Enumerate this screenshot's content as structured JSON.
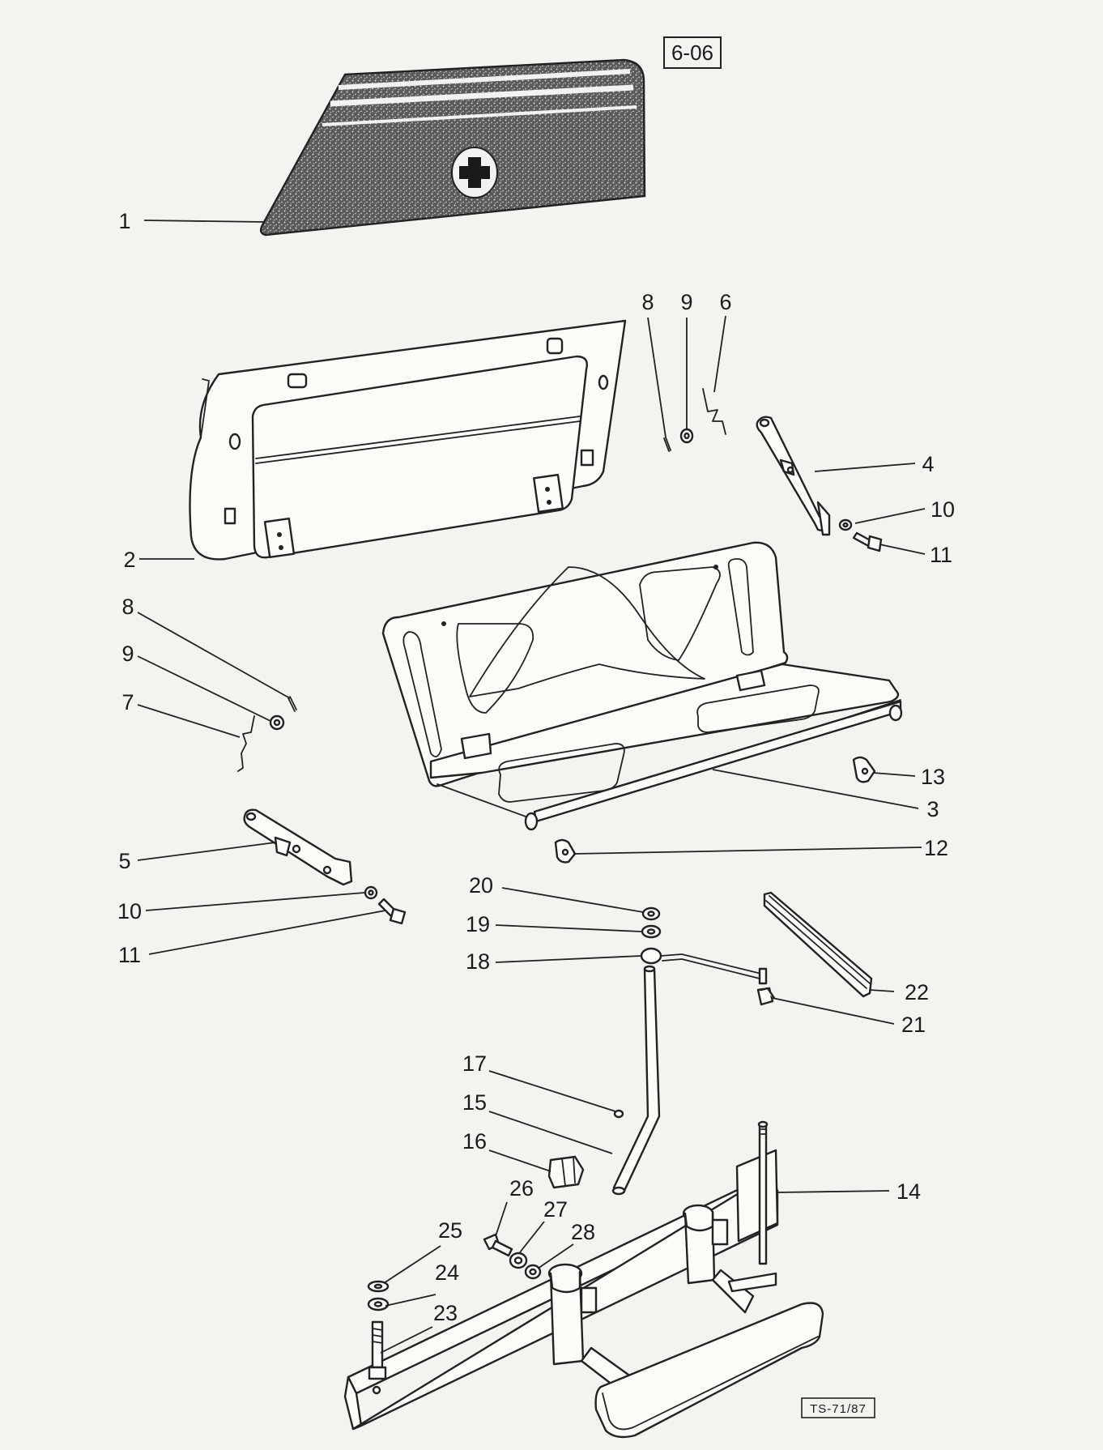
{
  "page_number": "6-06",
  "drawing_ref": "TS-71/87",
  "callouts": [
    "1",
    "2",
    "3",
    "4",
    "5",
    "6",
    "7",
    "8",
    "8",
    "9",
    "9",
    "10",
    "10",
    "11",
    "11",
    "12",
    "13",
    "14",
    "15",
    "16",
    "17",
    "18",
    "19",
    "20",
    "21",
    "22",
    "23",
    "24",
    "25",
    "26",
    "27",
    "28"
  ],
  "colors": {
    "ink": "#1b1b1b",
    "paper": "#f4f3f0",
    "part_fill": "#fbfbf8",
    "texture": "#3a3a3a"
  },
  "icons": {
    "red_cross_emblem": "cross-emblem-icon"
  }
}
